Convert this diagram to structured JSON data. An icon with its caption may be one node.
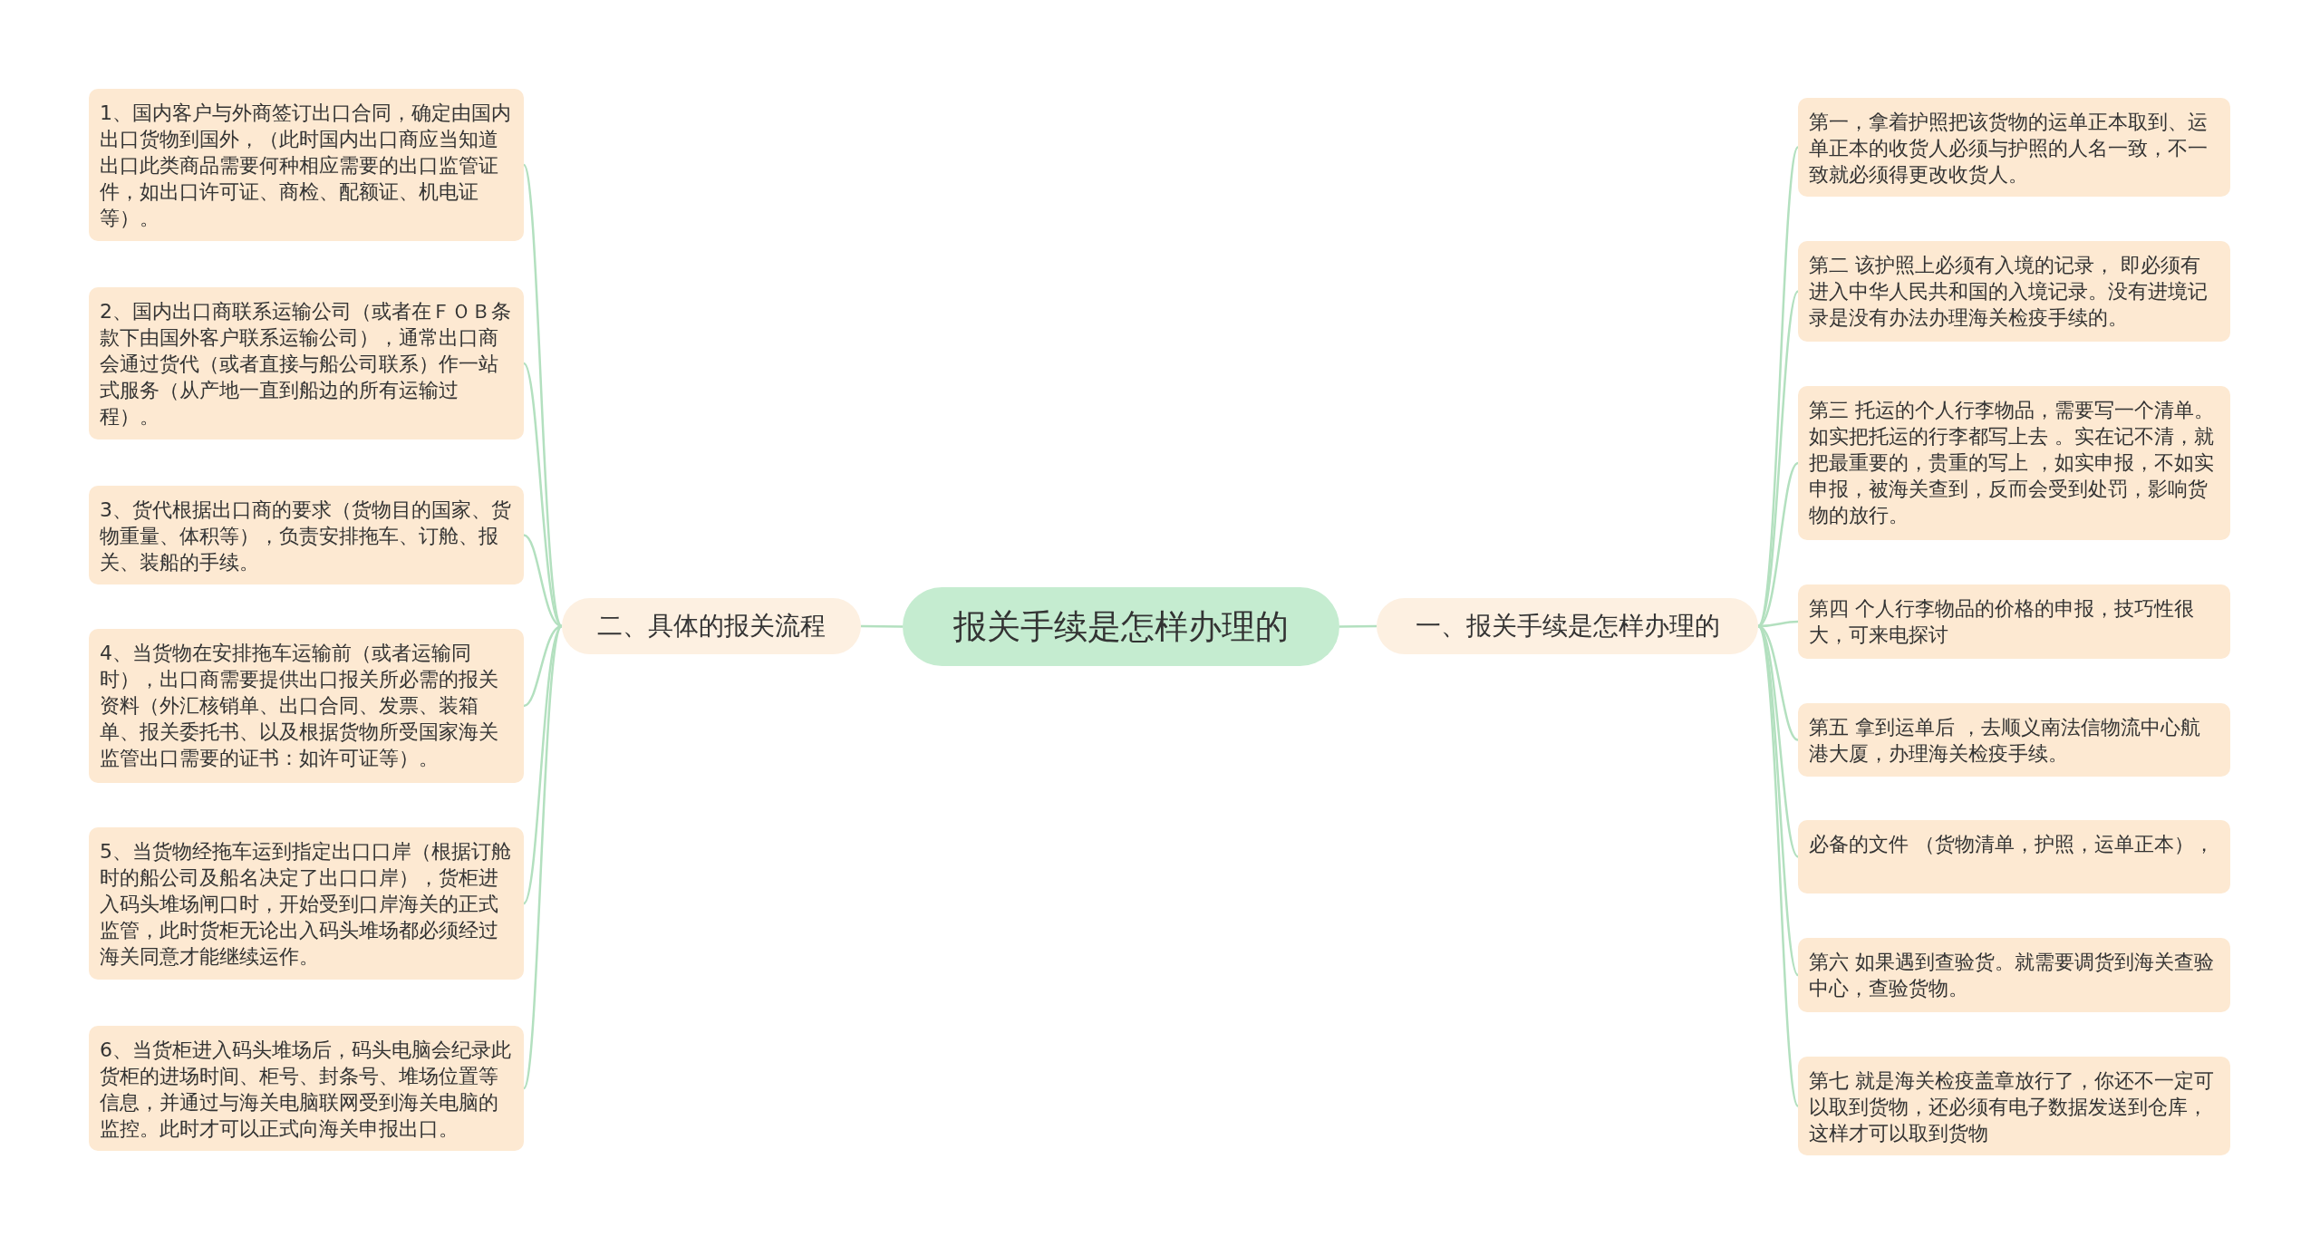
{
  "diagram": {
    "nodes": [
      {
        "text": [
          "报关手续是怎样办理的"
        ]
      },
      {
        "text": [
          "二、具体的报关流程"
        ]
      },
      {
        "text": [
          "1、国内客户与外商签订出口合同，确定由国内出口货物到国外，（此时国内出口商应当知道出口此类商品需要何种相应需要的出口监管证件，如出口许可证、商检、配额证、机电证等）。"
        ]
      },
      {
        "text": [
          "2、国内出口商联系运输公司（或者在ＦＯＢ条款下由国外客户联系运输公司），通常出口商会通过货代（或者直接与船公司联系）作一站式服务（从产地一直到船边的所有运输过程）。"
        ]
      },
      {
        "text": [
          "3、货代根据出口商的要求（货物目的国家、货物重量、体积等），负责安排拖车、订舱、报关、装船的手续。"
        ]
      },
      {
        "text": [
          "4、当货物在安排拖车运输前（或者运输同时），出口商需要提供出口报关所必需的报关资料（外汇核销单、出口合同、发票、装箱单、报关委托书、以及根据货物所受国家海关监管出口需要的证书：如许可证等）。"
        ]
      },
      {
        "text": [
          "5、当货物经拖车运到指定出口口岸（根据订舱时的船公司及船名决定了出口口岸），货柜进入码头堆场闸口时，开始受到口岸海关的正式监管，此时货柜无论出入码头堆场都必须经过海关同意才能继续运作。"
        ]
      },
      {
        "text": [
          "6、当货柜进入码头堆场后，码头电脑会纪录此货柜的进场时间、柜号、封条号、堆场位置等信息，并通过与海关电脑联网受到海关电脑的监控。此时才可以正式向海关申报出口。"
        ]
      },
      {
        "text": [
          "一、报关手续是怎样办理的"
        ]
      },
      {
        "text": [
          "第一，拿着护照把该货物的运单正本取到、运单正本的收货人必须与护照的人名一致，不一致就必须得更改收货人。"
        ]
      },
      {
        "text": [
          "第二 该护照上必须有入境的记录， 即必须有进入中华人民共和国的入境记录。没有进境记录是没有办法办理海关检疫手续的。"
        ]
      },
      {
        "text": [
          "第三 托运的个人行李物品，需要写一个清单。如实把托运的行李都写上去 。实在记不清，就把最重要的，贵重的写上 ，如实申报，不如实申报，被海关查到，反而会受到处罚，影响货物的放行。"
        ]
      },
      {
        "text": [
          "第四 个人行李物品的价格的申报，技巧性很大，可来电探讨"
        ]
      },
      {
        "text": [
          "第五 拿到运单后 ，去顺义南法信物流中心航港大厦，办理海关检疫手续。"
        ]
      },
      {
        "text": [
          "必备的文件 （货物清单，护照，运单正本），"
        ]
      },
      {
        "text": [
          "第六 如果遇到查验货。就需要调货到海关查验中心，查验货物。"
        ]
      },
      {
        "text": [
          "第七  就是海关检疫盖章放行了，你还不一定可以取到货物，还必须有电子数据发送到仓库，这样才可以取到货物"
        ]
      }
    ],
    "edges": [
      {
        "from": 0,
        "to": 1,
        "arrow": "none"
      },
      {
        "from": 1,
        "to": 2,
        "arrow": "none"
      },
      {
        "from": 1,
        "to": 3,
        "arrow": "none"
      },
      {
        "from": 1,
        "to": 4,
        "arrow": "none"
      },
      {
        "from": 1,
        "to": 5,
        "arrow": "none"
      },
      {
        "from": 1,
        "to": 6,
        "arrow": "none"
      },
      {
        "from": 1,
        "to": 7,
        "arrow": "none"
      },
      {
        "from": 0,
        "to": 8,
        "arrow": "none"
      },
      {
        "from": 8,
        "to": 9,
        "arrow": "none"
      },
      {
        "from": 8,
        "to": 10,
        "arrow": "none"
      },
      {
        "from": 8,
        "to": 11,
        "arrow": "none"
      },
      {
        "from": 8,
        "to": 12,
        "arrow": "none"
      },
      {
        "from": 8,
        "to": 13,
        "arrow": "none"
      },
      {
        "from": 8,
        "to": 14,
        "arrow": "none"
      },
      {
        "from": 8,
        "to": 15,
        "arrow": "none"
      },
      {
        "from": 8,
        "to": 16,
        "arrow": "none"
      }
    ]
  }
}
